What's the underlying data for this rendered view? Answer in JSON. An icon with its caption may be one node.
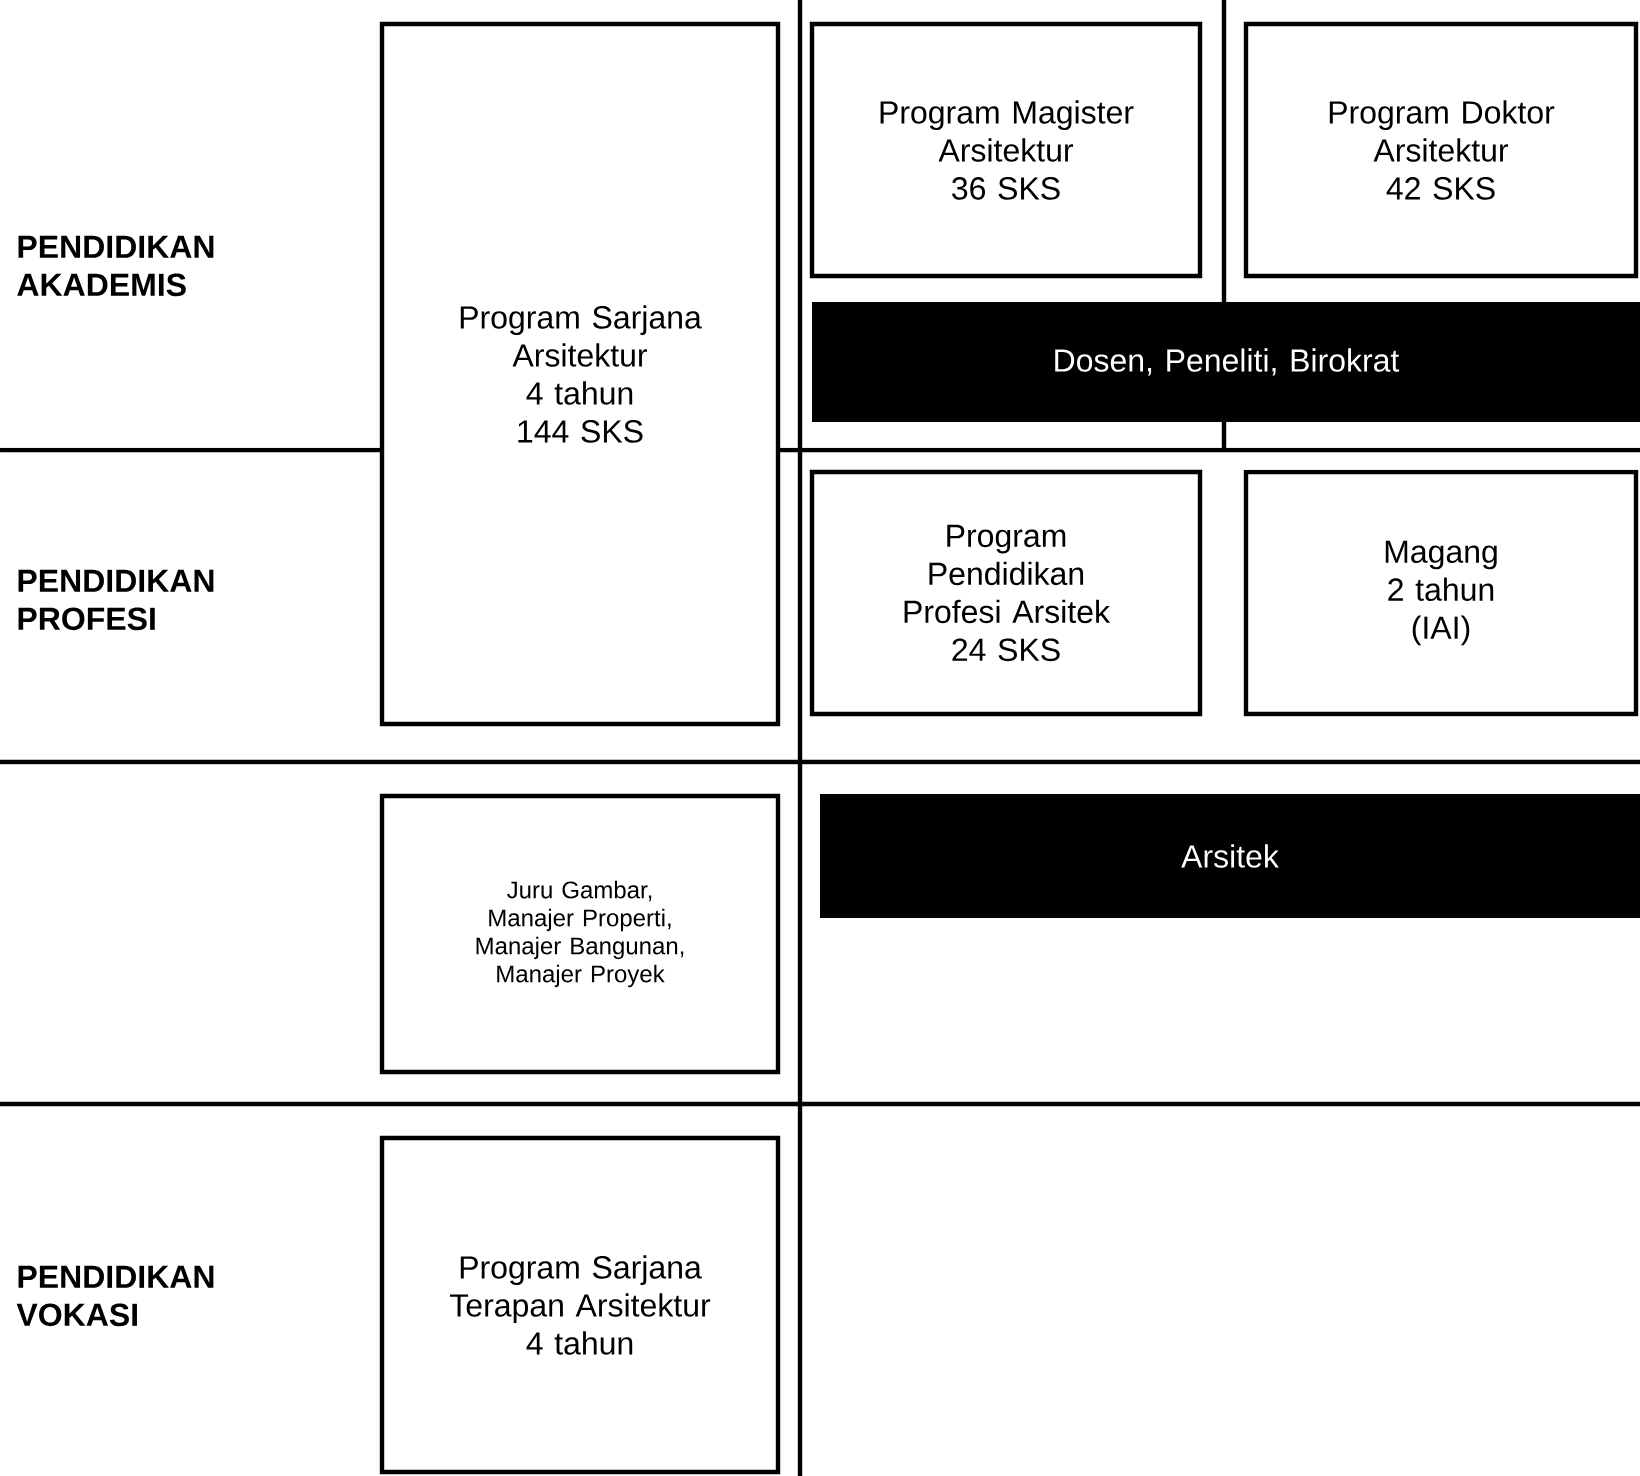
{
  "diagram": {
    "nodes": [
      {
        "text": [
          "Program Sarjana Arsitektur",
          "4 tahun",
          "144 SKS"
        ]
      },
      {
        "text": [
          "Program Magister Arsitektur",
          "36 SKS"
        ]
      },
      {
        "text": [
          "Program Doktor Arsitektur",
          "42 SKS"
        ]
      },
      {
        "text": [
          "Dosen, Peneliti, Birokrat"
        ]
      },
      {
        "text": [
          "Program Pendidikan Profesi Arsitek",
          "24 SKS"
        ]
      },
      {
        "text": [
          "Magang",
          "2 tahun",
          "(IAI)"
        ]
      },
      {
        "text": [
          "Juru Gambar,",
          "Manajer Properti,",
          "Manajer Bangunan,",
          "Manajer Proyek"
        ]
      },
      {
        "text": [
          "Arsitek"
        ]
      },
      {
        "text": [
          "Program Sarjana Terapan Arsitektur",
          "4 tahun"
        ]
      }
    ],
    "labels": [
      "PENDIDIKAN AKADEMIS",
      "PENDIDIKAN PROFESI",
      "PENDIDIKAN VOKASI"
    ]
  }
}
